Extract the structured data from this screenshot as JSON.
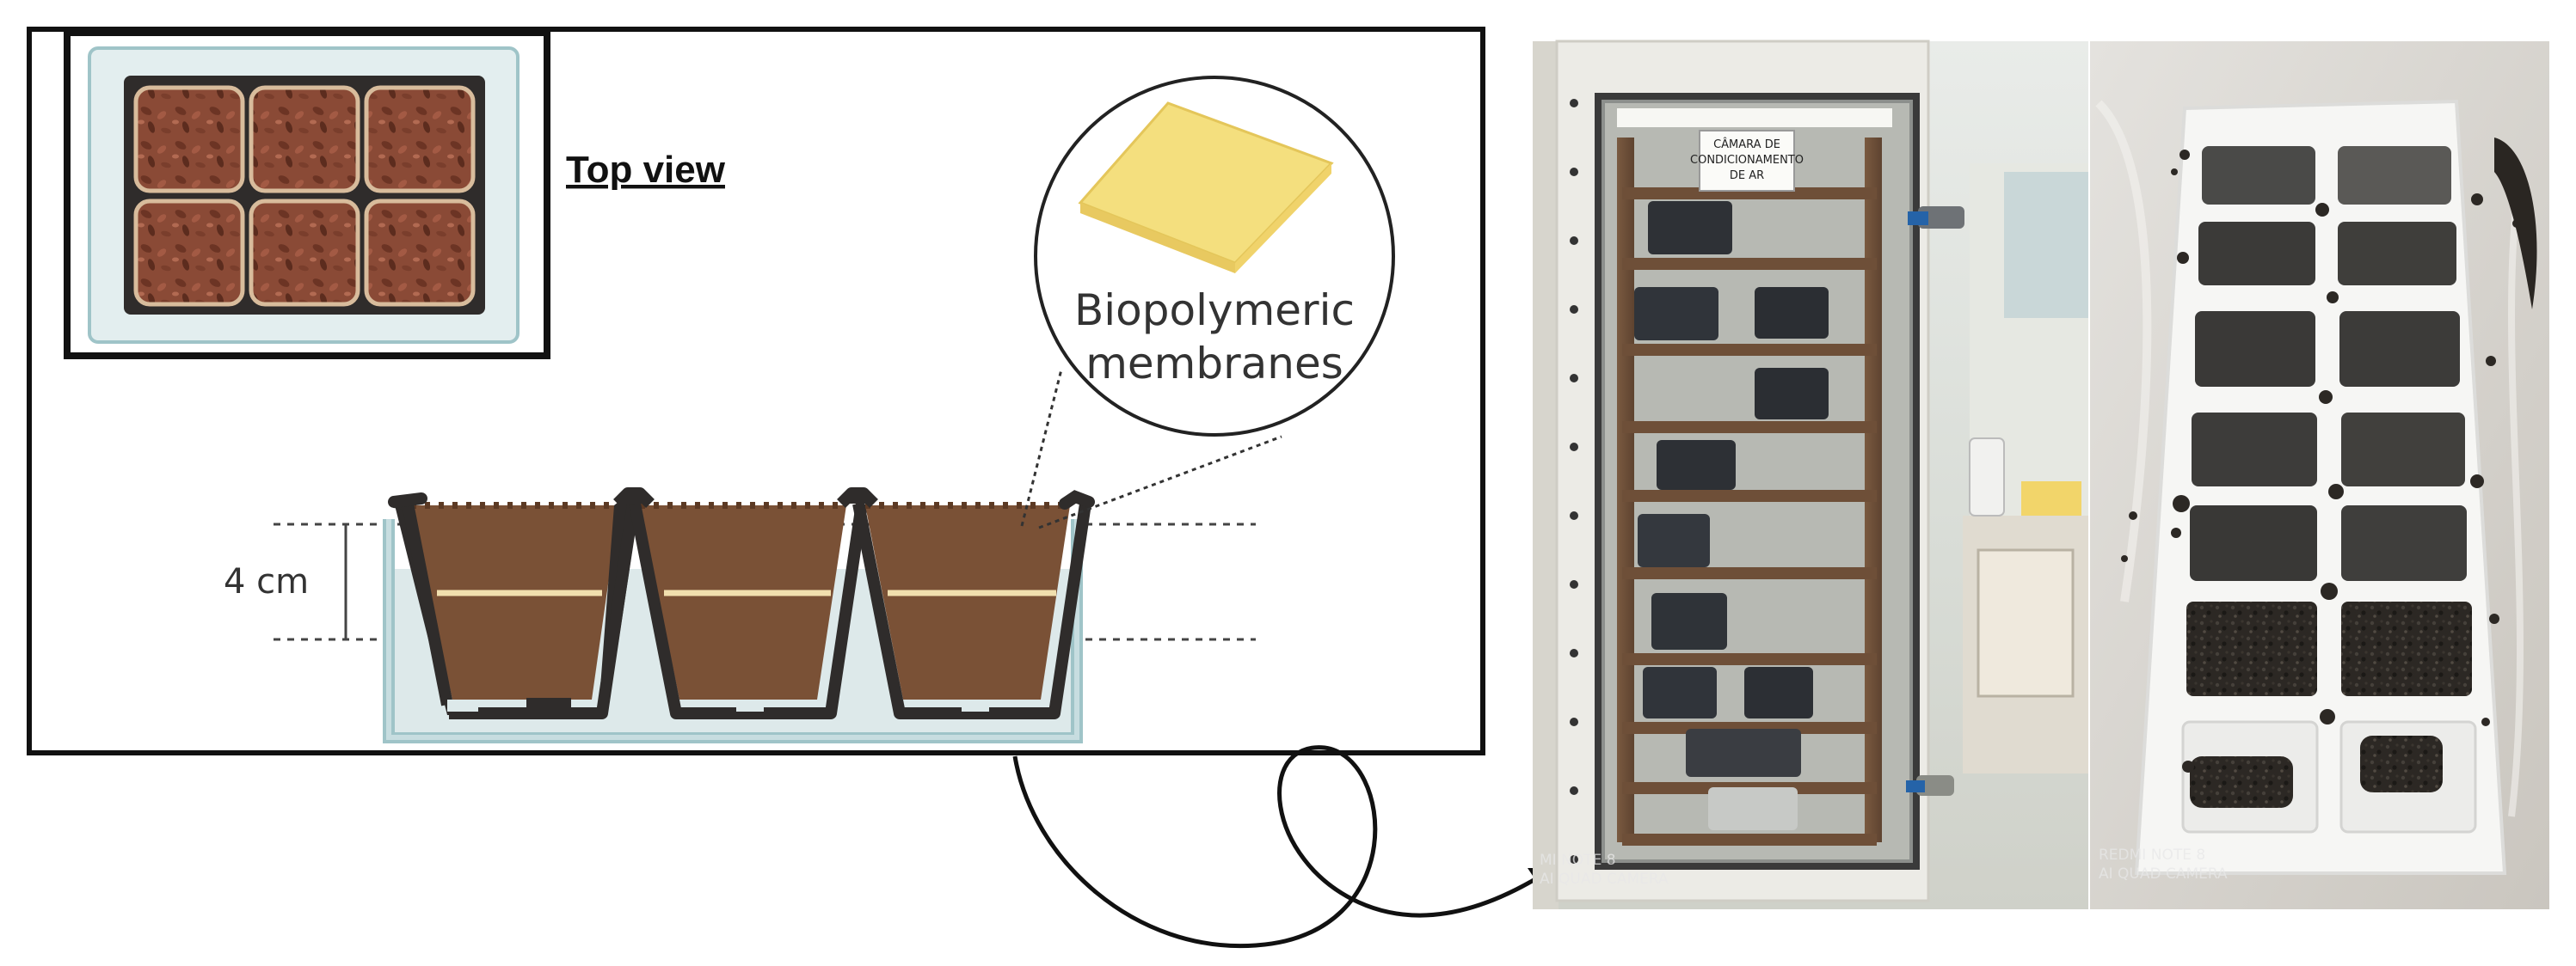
{
  "figure": {
    "top_view_label": "Top view",
    "membrane_label_line1": "Biopolymeric",
    "membrane_label_line2": "membranes",
    "depth_label": "4 cm"
  },
  "photo_chamber": {
    "sign_line1": "CÂMARA DE",
    "sign_line2": "CONDICIONAMENTO",
    "sign_line3": "DE AR",
    "watermark_line1": "MI NOTE 8",
    "watermark_line2": "AI QUAD CAMERA"
  },
  "photo_tray": {
    "watermark_line1": "REDMI NOTE 8",
    "watermark_line2": "AI QUAD CAMERA"
  },
  "colors": {
    "soil": "#7a5136",
    "pot_outline": "#2f2c2b",
    "membrane": "#f4df7e",
    "water": "#dde9ea"
  }
}
